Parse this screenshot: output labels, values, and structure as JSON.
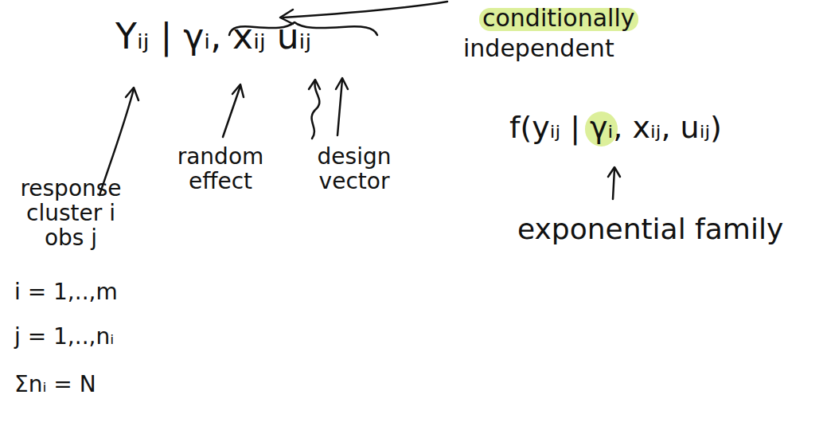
{
  "diagram": {
    "labels": [
      "Yᵢⱼ | γᵢ, xᵢⱼ uᵢⱼ",
      "conditionally",
      "independent",
      "f(yᵢⱼ | γᵢ, xᵢⱼ, uᵢⱼ)",
      "random effect",
      "design vector",
      "response cluster i obs j",
      "exponential family",
      "i = 1,..,m",
      "j = 1,..,nᵢ",
      "Σnᵢ = N"
    ]
  }
}
